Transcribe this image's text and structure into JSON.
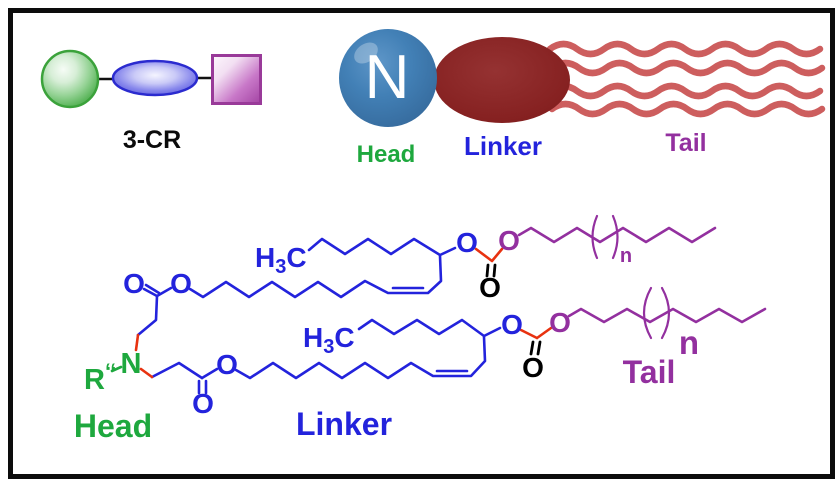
{
  "figure": {
    "cartoon_3cr": {
      "label": "3-CR"
    },
    "cartoon_lipid": {
      "head_symbol": "N",
      "head_label": "Head",
      "linker_label": "Linker",
      "tail_label": "Tail"
    },
    "molecule": {
      "head_label": "Head",
      "linker_label": "Linker",
      "tail_label": "Tail",
      "r_group": "R",
      "r_primes": "‘‘",
      "nitrogen": "N",
      "oxygen": "O",
      "methyl_h": "H",
      "methyl_sub": "3",
      "methyl_c": "C",
      "repeat_small": "n",
      "repeat_large": "n"
    },
    "colors": {
      "structure_blue": "#2323dc",
      "head_green": "#1ea83e",
      "tail_purple": "#93309f",
      "bond_red": "#e83210",
      "carbonyl_black": "#000000",
      "head_sphere_blue": "#3d7db6",
      "linker_ellipse_maroon": "#882525",
      "tail_wave_salmon": "#cd5e5e",
      "cr_circle_green": "#4daa4d",
      "cr_ellipse_blue": "#4f4fd9",
      "cr_square_purple": "#a343a3",
      "frame_black": "#0c0c0c"
    }
  }
}
